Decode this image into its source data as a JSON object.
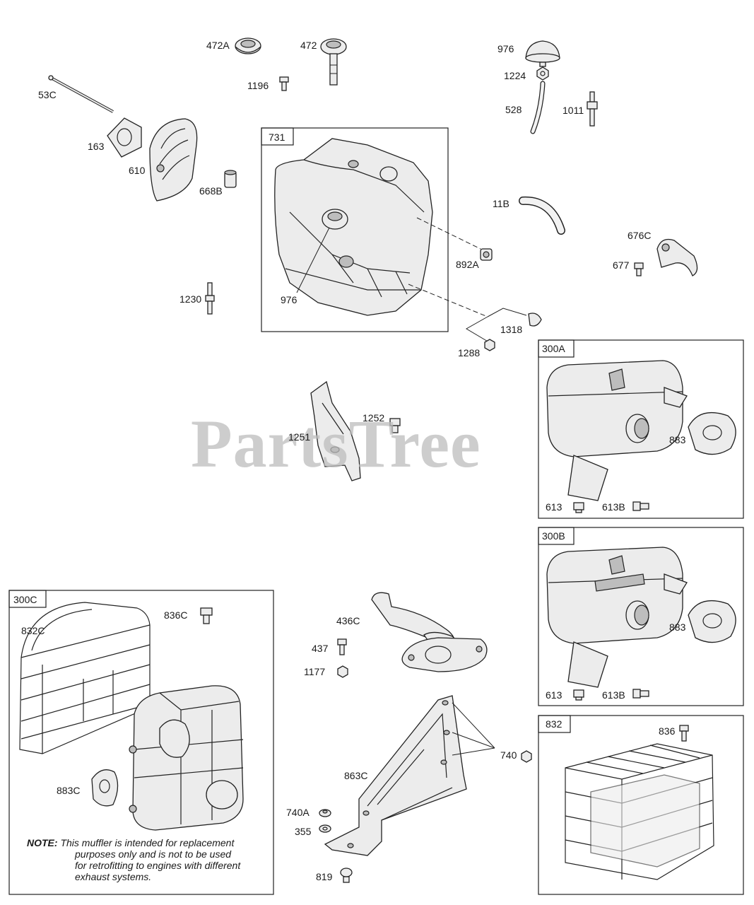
{
  "watermark": "PartsTree",
  "group_labels": {
    "g731": "731",
    "g300A": "300A",
    "g300B": "300B",
    "g300C": "300C",
    "g832": "832"
  },
  "part_labels": {
    "p472A": "472A",
    "p472": "472",
    "p976_top": "976",
    "p1224": "1224",
    "p1196": "1196",
    "p53C": "53C",
    "p528": "528",
    "p1011": "1011",
    "p163": "163",
    "p610": "610",
    "p668B": "668B",
    "p11B": "11B",
    "p676C": "676C",
    "p892A": "892A",
    "p677": "677",
    "p1230": "1230",
    "p976_tank": "976",
    "p1318": "1318",
    "p1288": "1288",
    "p1252": "1252",
    "p1251": "1251",
    "p883_A": "883",
    "p613_A": "613",
    "p613B_A": "613B",
    "p836C": "836C",
    "p832C": "832C",
    "p436C": "436C",
    "p437": "437",
    "p1177": "1177",
    "p883_B": "883",
    "p613_B": "613",
    "p613B_B": "613B",
    "p883C": "883C",
    "p740": "740",
    "p863C": "863C",
    "p836": "836",
    "p740A": "740A",
    "p355": "355",
    "p819": "819"
  },
  "note": {
    "prefix": "NOTE:",
    "line1": "This muffler is intended for replacement",
    "line2": "purposes only and is not to be used",
    "line3": "for retrofitting to engines with different",
    "line4": "exhaust systems."
  }
}
